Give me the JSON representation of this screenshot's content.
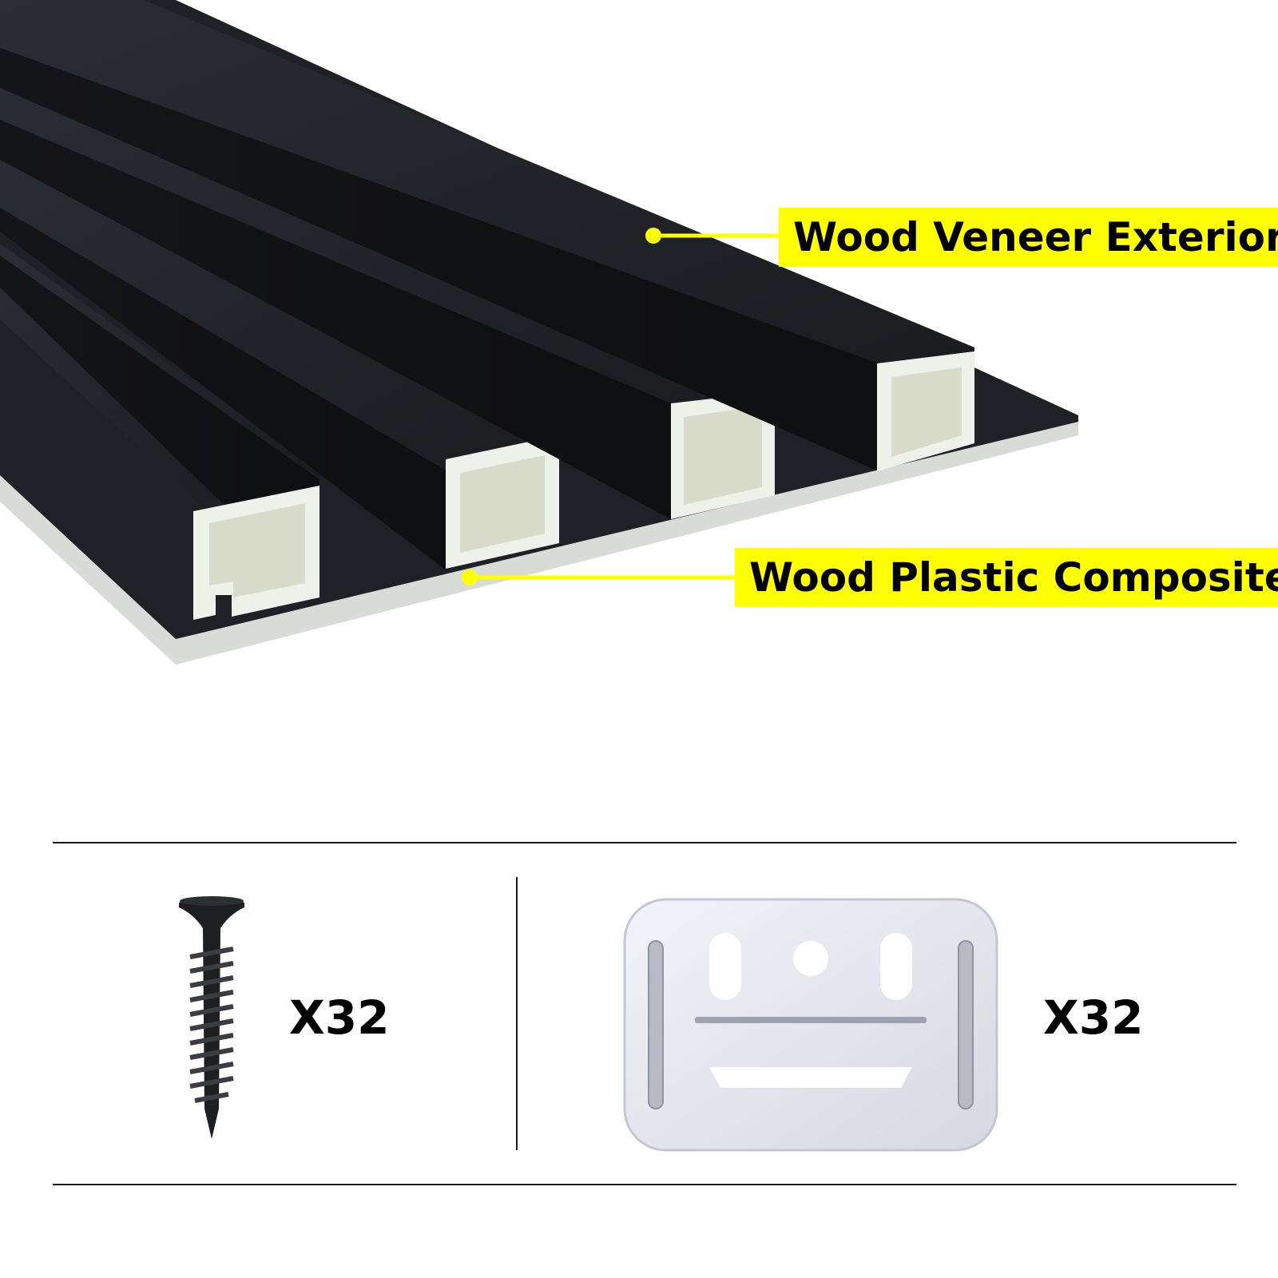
{
  "callouts": {
    "veneer": "Wood Veneer Exterior",
    "wpc": "Wood Plastic Composite"
  },
  "accessories": {
    "screw_qty": "X32",
    "clip_qty": "X32"
  },
  "colors": {
    "callout_bg": "#ffff00",
    "slat_black": "#1c1e22",
    "core_white": "#eef1ea"
  }
}
